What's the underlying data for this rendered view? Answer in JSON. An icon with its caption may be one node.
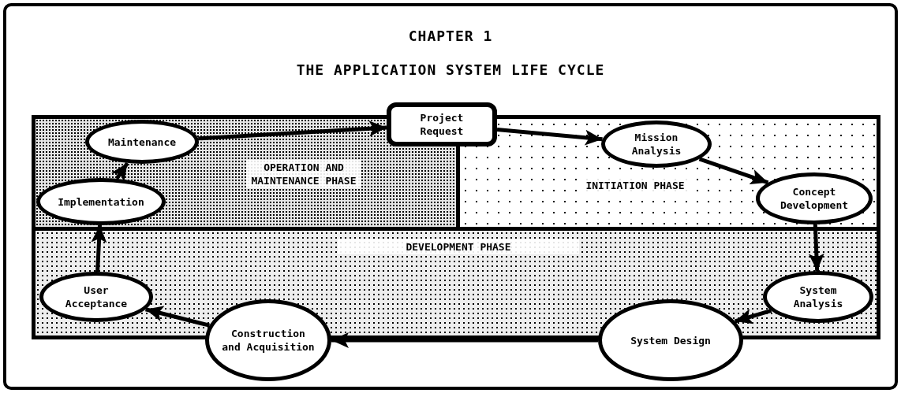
{
  "diagram": {
    "title": "CHAPTER 1",
    "caption": "THE APPLICATION SYSTEM LIFE CYCLE",
    "nodes": [
      {
        "text": [
          "OPERATION AND MAINTENANCE PHASE"
        ]
      },
      {
        "text": [
          "INITIATION PHASE"
        ]
      },
      {
        "text": [
          "DEVELOPMENT PHASE"
        ]
      },
      {
        "text": [
          "Maintenance"
        ],
        "in": 0
      },
      {
        "text": [
          "Project Request"
        ]
      },
      {
        "text": [
          "Mission Analysis"
        ],
        "in": 1
      },
      {
        "text": [
          "Implementation"
        ],
        "in": 0
      },
      {
        "text": [
          "Concept Development"
        ],
        "in": 1
      },
      {
        "text": [
          "User Acceptance"
        ],
        "in": 2
      },
      {
        "text": [
          "System Analysis"
        ],
        "in": 2
      },
      {
        "text": [
          "Construction and Acquisition"
        ]
      },
      {
        "text": [
          "System Design"
        ]
      }
    ],
    "edges": [
      {
        "from": 3,
        "to": 4,
        "arrow": "to"
      },
      {
        "from": 4,
        "to": 5,
        "arrow": "to"
      },
      {
        "from": 5,
        "to": 7,
        "arrow": "to"
      },
      {
        "from": 7,
        "to": 9,
        "arrow": "to"
      },
      {
        "from": 9,
        "to": 11,
        "arrow": "to"
      },
      {
        "from": 11,
        "to": 10,
        "arrow": "to"
      },
      {
        "from": 10,
        "to": 8,
        "arrow": "to"
      },
      {
        "from": 8,
        "to": 6,
        "arrow": "to"
      },
      {
        "from": 6,
        "to": 3,
        "arrow": "to"
      }
    ]
  }
}
